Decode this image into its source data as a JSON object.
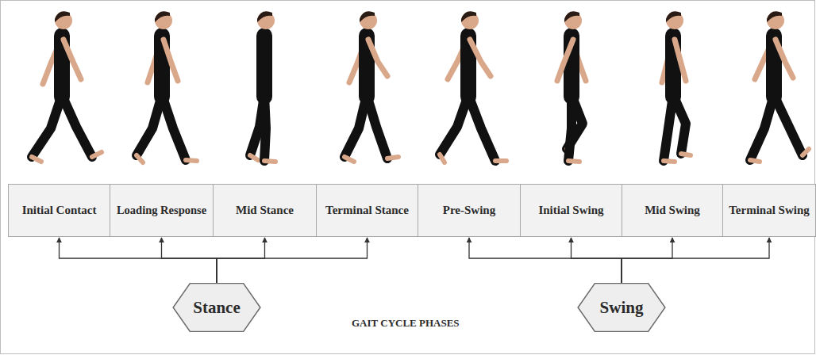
{
  "diagram": {
    "nodes": [
      {
        "text": [
          "Initial Contact"
        ]
      },
      {
        "text": [
          "Loading Response"
        ]
      },
      {
        "text": [
          "Mid Stance"
        ]
      },
      {
        "text": [
          "Terminal Stance"
        ]
      },
      {
        "text": [
          "Pre-Swing"
        ]
      },
      {
        "text": [
          "Initial Swing"
        ]
      },
      {
        "text": [
          "Mid Swing"
        ]
      },
      {
        "text": [
          "Terminal Swing"
        ]
      },
      {
        "text": [
          "Stance"
        ]
      },
      {
        "text": [
          "Swing"
        ]
      }
    ],
    "edges": [
      {
        "from": 8,
        "to": 0,
        "arrow": "to"
      },
      {
        "from": 8,
        "to": 1,
        "arrow": "to"
      },
      {
        "from": 8,
        "to": 2,
        "arrow": "to"
      },
      {
        "from": 8,
        "to": 3,
        "arrow": "to"
      },
      {
        "from": 9,
        "to": 4,
        "arrow": "to"
      },
      {
        "from": 9,
        "to": 5,
        "arrow": "to"
      },
      {
        "from": 9,
        "to": 6,
        "arrow": "to"
      },
      {
        "from": 9,
        "to": 7,
        "arrow": "to"
      }
    ],
    "labels": [
      "GAIT CYCLE PHASES"
    ]
  }
}
